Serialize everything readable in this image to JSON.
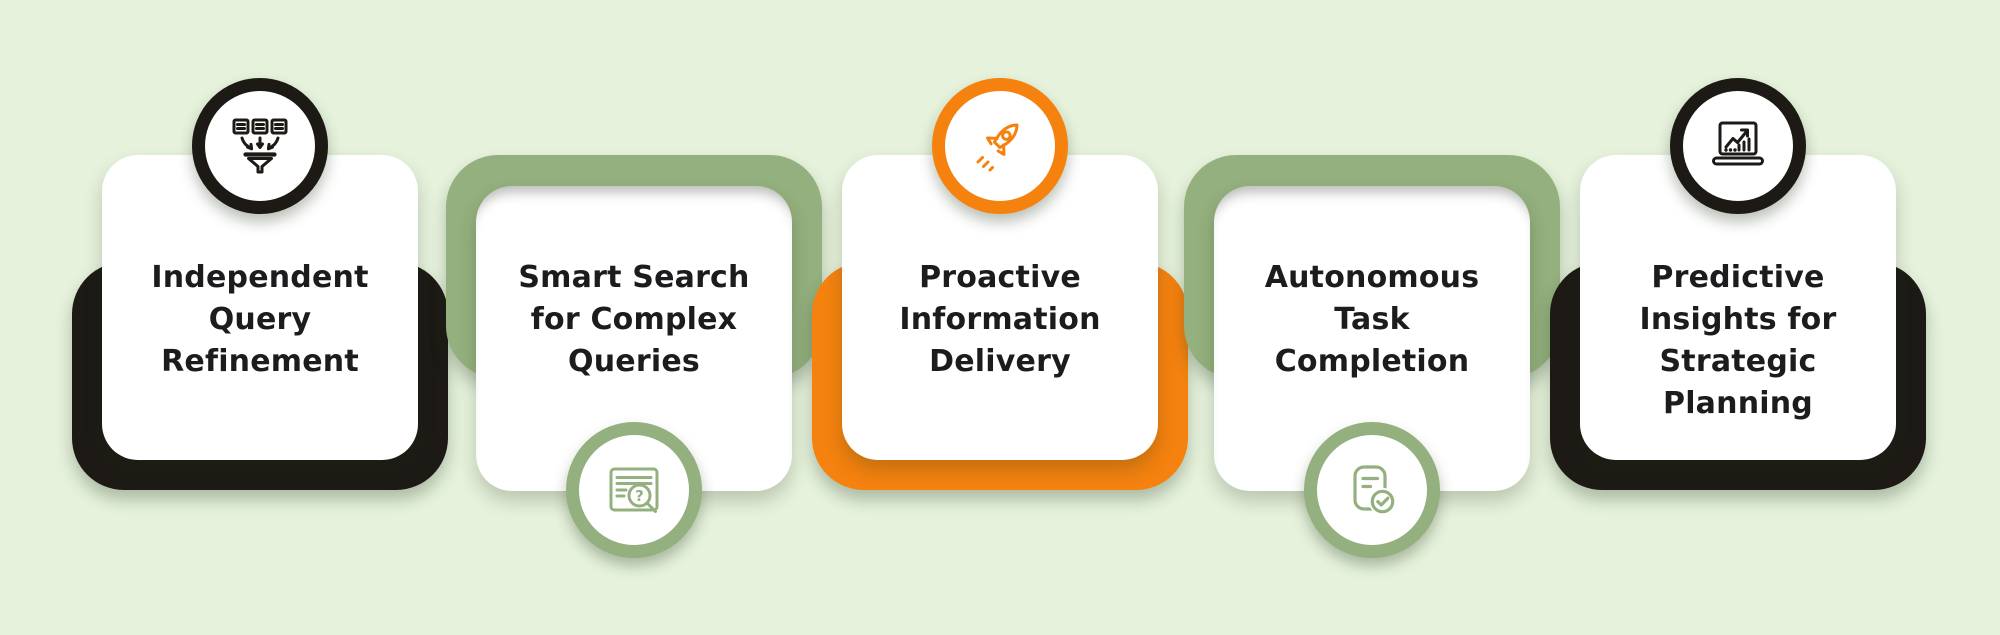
{
  "canvas": {
    "background_color": "#e6f2dc"
  },
  "palette": {
    "black": "#1d1a15",
    "sage_green": "#94b07e",
    "orange": "#f5820f",
    "panel_white": "#ffffff",
    "text_color": "#1c1c1e"
  },
  "cards": [
    {
      "title": "Independent Query Refinement",
      "title_lines": [
        "Independent",
        "Query",
        "Refinement"
      ],
      "accent_color": "#1d1a15",
      "accent_name": "black",
      "icon": "funnel-sources-icon",
      "icon_position": "top"
    },
    {
      "title": "Smart Search for Complex Queries",
      "title_lines": [
        "Smart Search",
        "for Complex",
        "Queries"
      ],
      "accent_color": "#94b07e",
      "accent_name": "sage-green",
      "icon": "search-document-icon",
      "icon_position": "bottom"
    },
    {
      "title": "Proactive Information Delivery",
      "title_lines": [
        "Proactive",
        "Information",
        "Delivery"
      ],
      "accent_color": "#f5820f",
      "accent_name": "orange",
      "icon": "rocket-icon",
      "icon_position": "top"
    },
    {
      "title": "Autonomous Task Completion",
      "title_lines": [
        "Autonomous",
        "Task",
        "Completion"
      ],
      "accent_color": "#94b07e",
      "accent_name": "sage-green",
      "icon": "task-check-icon",
      "icon_position": "bottom"
    },
    {
      "title": "Predictive Insights for Strategic Planning",
      "title_lines": [
        "Predictive",
        "Insights for",
        "Strategic",
        "Planning"
      ],
      "accent_color": "#1d1a15",
      "accent_name": "black",
      "icon": "laptop-chart-icon",
      "icon_position": "top"
    }
  ]
}
